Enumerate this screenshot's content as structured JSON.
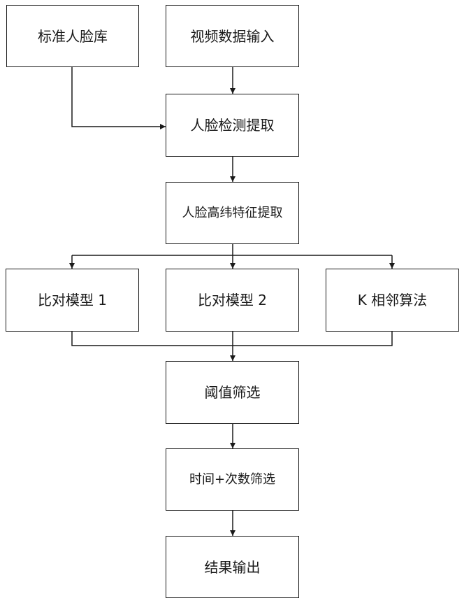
{
  "diagram": {
    "colors": {
      "stroke": "#1a1a1a",
      "fill": "#ffffff",
      "text": "#1a1a1a"
    },
    "nodes": {
      "face_db": "标准人脸库",
      "video_input": "视频数据输入",
      "face_detect": "人脸检测提取",
      "feature_extract": "人脸高纬特征提取",
      "model1": "比对模型 1",
      "model2": "比对模型 2",
      "knn": "K 相邻算法",
      "threshold": "阈值筛选",
      "time_count": "时间+次数筛选",
      "result": "结果输出"
    }
  }
}
